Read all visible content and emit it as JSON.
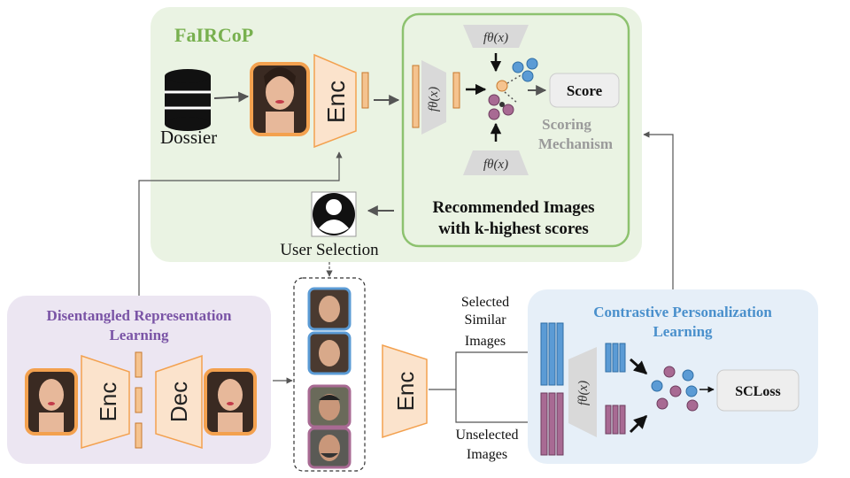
{
  "fairecop": {
    "title": "FaIRCoP",
    "dossier_label": "Dossier",
    "enc_label": "Enc",
    "f_label": "fθ(x)",
    "score_label": "Score",
    "scoring_line1": "Scoring",
    "scoring_line2": "Mechanism",
    "recommended_line1": "Recommended Images",
    "recommended_line2": "with k-highest scores",
    "user_selection_label": "User Selection"
  },
  "disentangled": {
    "title_line1": "Disentangled Representation",
    "title_line2": "Learning",
    "enc_label": "Enc",
    "dec_label": "Dec"
  },
  "middle": {
    "enc_label": "Enc",
    "selected_line1": "Selected",
    "selected_line2": "Similar",
    "selected_line3": "Images",
    "unselected_line1": "Unselected",
    "unselected_line2": "Images"
  },
  "contrastive": {
    "title_line1": "Contrastive Personalization",
    "title_line2": "Learning",
    "f_label": "fθ(x)",
    "loss_label": "SCLoss"
  },
  "colors": {
    "green_panel": "#eaf3e3",
    "green_border": "#8dc26f",
    "purple_panel": "#ece6f2",
    "blue_panel": "#e6eff8",
    "orange": "#f5c38f",
    "orange_border": "#f3a14f",
    "blue": "#5b9bd5",
    "purple": "#a86a93",
    "title_green": "#78b04f",
    "title_purple": "#7a54a6",
    "title_blue": "#4a90cc"
  }
}
